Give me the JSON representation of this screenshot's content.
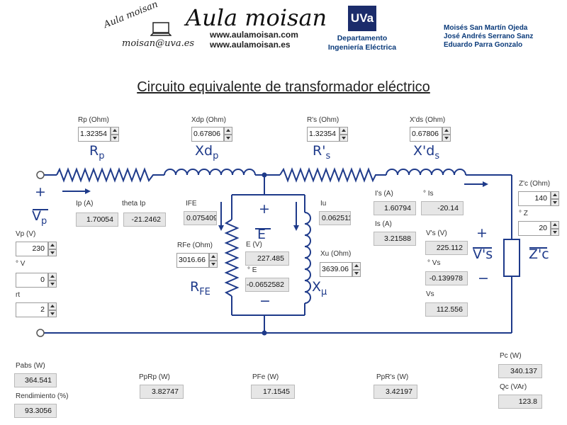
{
  "header": {
    "logo_text": "Aula moisan",
    "handwritten_logo": "Aula moisan",
    "email": "moisan@uva.es",
    "url1": "www.aulamoisan.com",
    "url2": "www.aulamoisan.es",
    "uva_badge": "UVa",
    "dept_line1": "Departamento",
    "dept_line2": "Ingeniería Eléctrica",
    "author1": "Moisés San Martín Ojeda",
    "author2": "José Andrés Serrano Sanz",
    "author3": "Eduardo Parra Gonzalo"
  },
  "page_title": "Circuito equivalente de transformador eléctrico",
  "inputs": {
    "rp": {
      "label": "Rp (Ohm)",
      "value": "1.32354"
    },
    "xdp": {
      "label": "Xdp (Ohm)",
      "value": "0.67806"
    },
    "rs": {
      "label": "R's (Ohm)",
      "value": "1.32354"
    },
    "xds": {
      "label": "X'ds (Ohm)",
      "value": "0.67806"
    },
    "vp": {
      "label": "Vp (V)",
      "value": "230"
    },
    "vp_angle": {
      "label": "° V",
      "value": "0"
    },
    "rt": {
      "label": "rt",
      "value": "2"
    },
    "rfe": {
      "label": "RFe  (Ohm)",
      "value": "3016.66"
    },
    "xu": {
      "label": "Xu (Ohm)",
      "value": "3639.06"
    },
    "zc": {
      "label": "Z'c  (Ohm)",
      "value": "140"
    },
    "z_angle": {
      "label": "° Z",
      "value": "20"
    }
  },
  "outputs": {
    "ip": {
      "label": "Ip (A)",
      "value": "1.70054"
    },
    "theta_ip": {
      "label": "theta Ip",
      "value": "-21.2462"
    },
    "ife": {
      "label": "IFE",
      "value": "0.075409"
    },
    "iu": {
      "label": "Iu",
      "value": "0.062511"
    },
    "e": {
      "label": "E (V)",
      "value": "227.485"
    },
    "e_angle": {
      "label": "° E",
      "value": "-0.0652582"
    },
    "is_prime": {
      "label": "I's (A)",
      "value": "1.60794"
    },
    "is_angle": {
      "label": "° Is",
      "value": "-20.14"
    },
    "is": {
      "label": "Is (A)",
      "value": "3.21588"
    },
    "vs_prime": {
      "label": "V's (V)",
      "value": "225.112"
    },
    "vs_angle": {
      "label": "° Vs",
      "value": "-0.139978"
    },
    "vs": {
      "label": "Vs",
      "value": "112.556"
    },
    "pabs": {
      "label": "Pabs (W)",
      "value": "364.541"
    },
    "rend": {
      "label": "Rendimiento (%)",
      "value": "93.3056"
    },
    "pprp": {
      "label": "PpRp (W)",
      "value": "3.82747"
    },
    "pfe": {
      "label": "PFe (W)",
      "value": "17.1545"
    },
    "pprs": {
      "label": "PpR's (W)",
      "value": "3.42197"
    },
    "pc": {
      "label": "Pc (W)",
      "value": "340.137"
    },
    "qc": {
      "label": "Qc (VAr)",
      "value": "123.8"
    }
  },
  "diagram": {
    "rp": "R",
    "rp_sub": "p",
    "xdp": "Xd",
    "xdp_sub": "p",
    "rs": "R'",
    "rs_sub": "s",
    "xds": "X'd",
    "xds_sub": "s",
    "vp": "V",
    "vp_sub": "p",
    "e": "E",
    "vs": "V's",
    "zc": "Z'c",
    "rfe": "R",
    "rfe_sub": "FE",
    "xu": "X",
    "xu_sub": "μ",
    "plus": "+",
    "minus": "−"
  },
  "colors": {
    "wire": "#1e3a8a",
    "accent": "#0a3a7a"
  }
}
